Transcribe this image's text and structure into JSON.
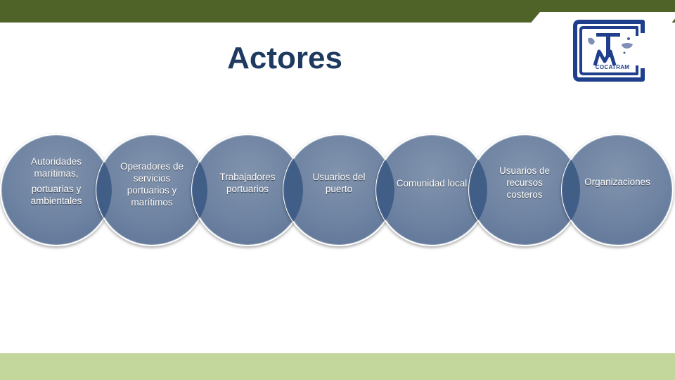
{
  "slide": {
    "title": "Actores"
  },
  "logo": {
    "text": "COCATRAM",
    "icon": "cocatram-logo-icon",
    "color": "#1f3f8c"
  },
  "colors": {
    "top_band": "#4f6228",
    "bottom_band": "#c3d69b",
    "title": "#1f3a5f",
    "circle_fill": "#6e83a2",
    "overlap_fill": "#3c5a84"
  },
  "actors": [
    {
      "lines_a": "Autoridades marítimas,",
      "lines_b": "portuarias y ambientales"
    },
    {
      "lines_a": "Operadores de servicios portuarios y marítimos",
      "lines_b": ""
    },
    {
      "lines_a": "Trabajadores portuarios",
      "lines_b": ""
    },
    {
      "lines_a": "Usuarios del puerto",
      "lines_b": ""
    },
    {
      "lines_a": "Comunidad local",
      "lines_b": ""
    },
    {
      "lines_a": "Usuarios de recursos costeros",
      "lines_b": ""
    },
    {
      "lines_a": "Organizaciones",
      "lines_b": ""
    }
  ]
}
